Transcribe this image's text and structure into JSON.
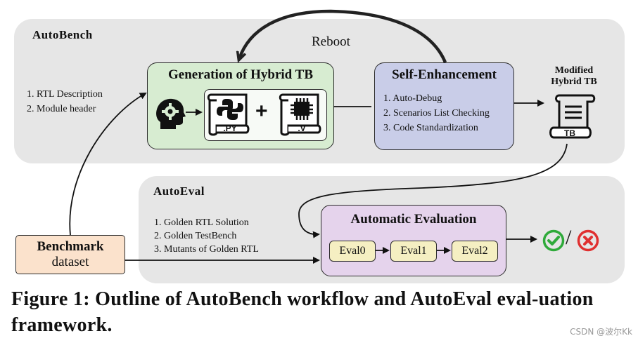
{
  "autobench": {
    "title": "AutoBench",
    "input_items": [
      "1. RTL Description",
      "2. Module header"
    ],
    "generation": {
      "title": "Generation of Hybrid TB",
      "py_label": ".PY",
      "v_label": ".V",
      "plus": "+"
    },
    "self_enhancement": {
      "title": "Self-Enhancement",
      "items": [
        "1. Auto-Debug",
        "2. Scenarios List Checking",
        "3. Code Standardization"
      ]
    },
    "reboot_label": "Reboot",
    "output": {
      "title_line1": "Modified",
      "title_line2": "Hybrid TB",
      "tb_label": "TB"
    }
  },
  "autoeval": {
    "title": "AutoEval",
    "input_items": [
      "1. Golden RTL Solution",
      "2. Golden TestBench",
      "3. Mutants of Golden RTL"
    ],
    "evaluation": {
      "title": "Automatic Evaluation",
      "evals": [
        "Eval0",
        "Eval1",
        "Eval2"
      ]
    },
    "result_separator": "/"
  },
  "benchmark": {
    "line1": "Benchmark",
    "line2": "dataset"
  },
  "caption": "Figure 1: Outline of AutoBench workflow and AutoEval eval-uation framework.",
  "watermark": "CSDN @波尔Kk",
  "colors": {
    "panel_bg": "#e6e6e6",
    "generation_bg": "#d7ecd1",
    "self_enhancement_bg": "#c9cde8",
    "evaluation_bg": "#e5d3ec",
    "eval_bg": "#f5efc2",
    "benchmark_bg": "#fbe2cc",
    "pass_color": "#2faa3a",
    "fail_color": "#e03030"
  },
  "icons": [
    "gear-head-icon",
    "python-script-icon",
    "verilog-chip-script-icon",
    "tb-scroll-icon",
    "check-icon",
    "cross-icon"
  ]
}
